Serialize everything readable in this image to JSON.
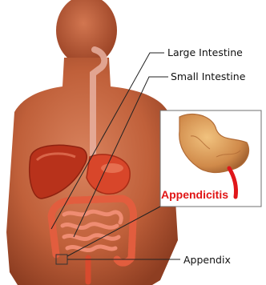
{
  "labels": {
    "large_intestine": "Large Intestine",
    "small_intestine": "Small Intestine",
    "appendix": "Appendix",
    "appendicitis": "Appendicitis"
  },
  "colors": {
    "skin": "#c4643e",
    "organ_red": "#d23a20",
    "appendicitis_text": "#e01515",
    "leader_line": "#222222"
  }
}
